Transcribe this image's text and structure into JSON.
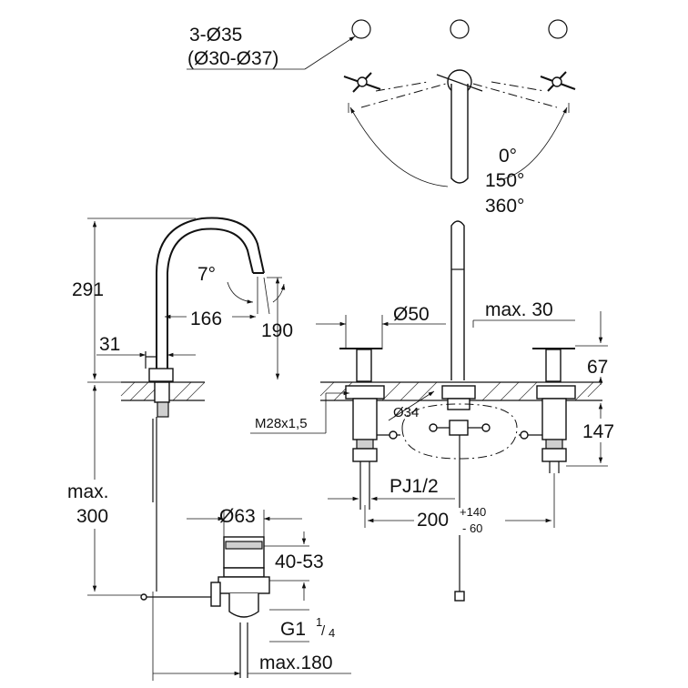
{
  "drawing": {
    "top_view": {
      "hole_spec": "3-Ø35",
      "hole_range": "(Ø30-Ø37)",
      "rotation_a": "0°",
      "rotation_b": "150°",
      "rotation_c": "360°"
    },
    "side_view": {
      "height_total": "291",
      "spout_angle": "7°",
      "reach": "166",
      "spout_height": "190",
      "offset": "31",
      "max_label": "max.",
      "max_value": "300"
    },
    "front_view": {
      "handle_dia": "Ø50",
      "deck_max": "max. 30",
      "handle_height": "67",
      "thread": "M28x1,5",
      "body_dia": "Ø34",
      "below_deck": "147",
      "connection": "PJ1/2",
      "spread_base": "200",
      "spread_plus": "+140",
      "spread_minus": "- 60"
    },
    "drain_view": {
      "flange_dia": "Ø63",
      "range": "40-53",
      "thread_main": "G1",
      "thread_num": "1",
      "thread_den": "4",
      "max_length": "max.180"
    }
  }
}
